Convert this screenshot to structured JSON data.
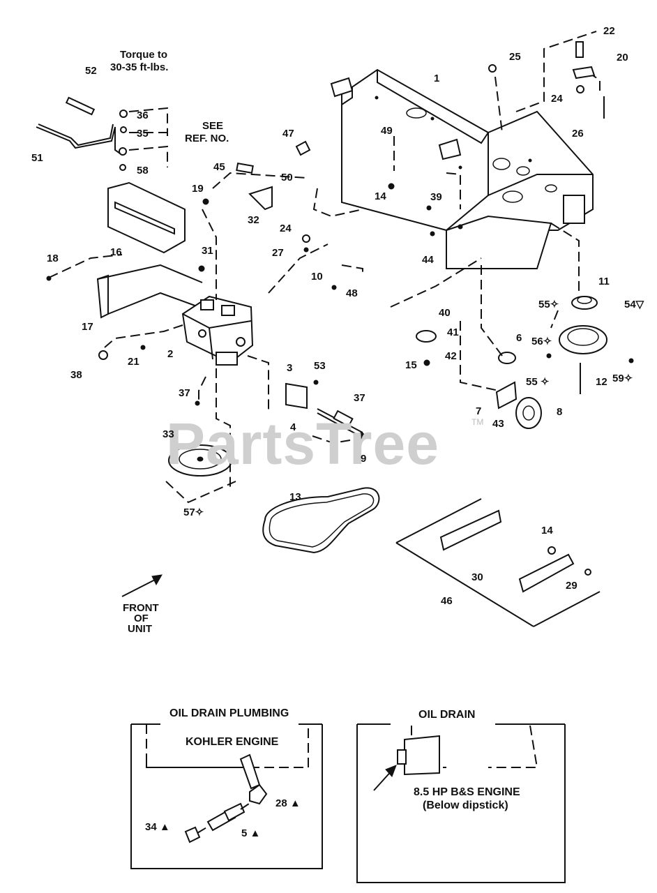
{
  "watermark": {
    "brand": "PartsTree",
    "tm": "TM"
  },
  "notes": {
    "torque_line1": "Torque to",
    "torque_line2": "30-35 ft-lbs.",
    "see_line1": "SEE",
    "see_line2": "REF. NO.",
    "front_line1": "FRONT",
    "front_line2": "OF",
    "front_line3": "UNIT"
  },
  "insets": {
    "plumbing": {
      "title": "OIL DRAIN PLUMBING",
      "subtitle": "KOHLER ENGINE"
    },
    "drain": {
      "title": "OIL DRAIN",
      "line1": "8.5 HP B&S ENGINE",
      "line2": "(Below dipstick)"
    }
  },
  "parts": [
    "1",
    "2",
    "3",
    "4",
    "5 ▲",
    "6",
    "7",
    "8",
    "9",
    "10",
    "11",
    "12",
    "13",
    "14",
    "14",
    "15",
    "16",
    "17",
    "18",
    "19",
    "20",
    "21",
    "22",
    "24",
    "24",
    "25",
    "26",
    "27",
    "28 ▲",
    "29",
    "30",
    "31",
    "32",
    "33",
    "34 ▲",
    "35",
    "36",
    "37",
    "37",
    "38",
    "39",
    "40",
    "41",
    "42",
    "43",
    "44",
    "45",
    "46",
    "47",
    "48",
    "49",
    "50",
    "51",
    "52",
    "53",
    "54▽",
    "55✧",
    "55 ✧",
    "56✧",
    "57✧",
    "58",
    "59✧"
  ]
}
